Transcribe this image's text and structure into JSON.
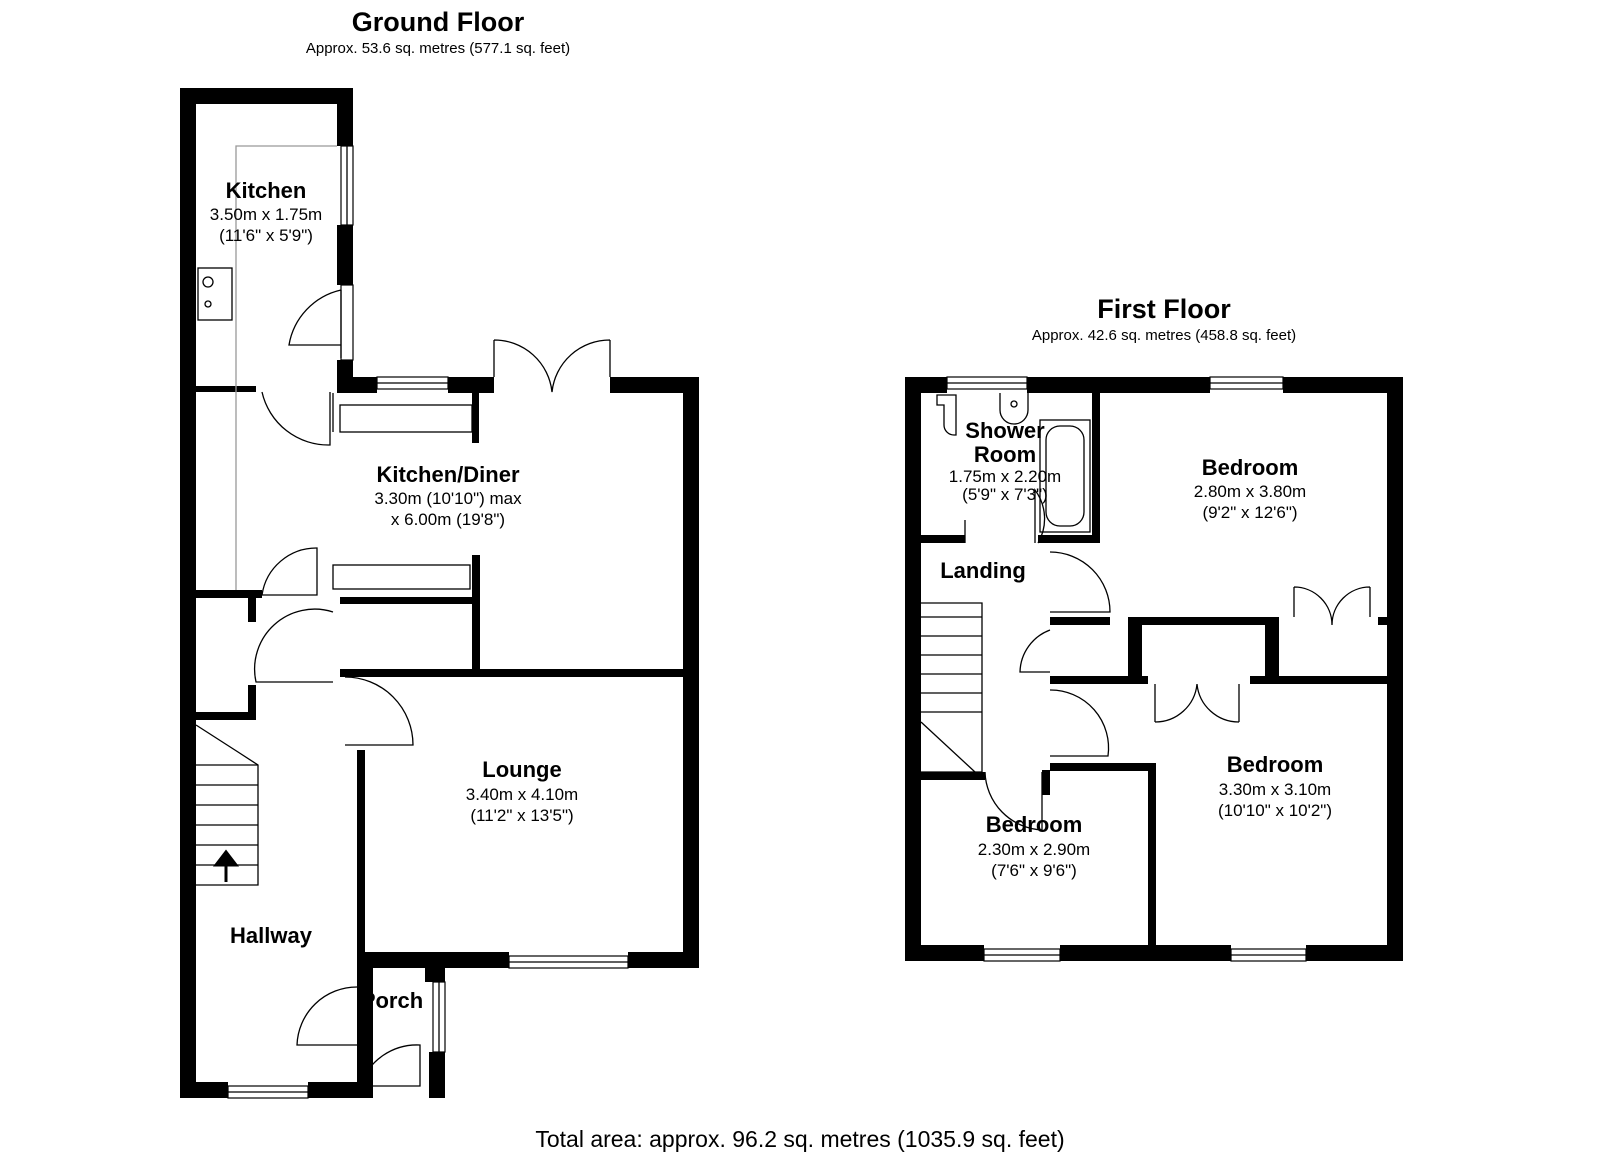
{
  "plan": {
    "ground_floor": {
      "title": "Ground Floor",
      "area": "Approx. 53.6 sq. metres (577.1 sq. feet)",
      "rooms": [
        {
          "name": "Kitchen",
          "dim1": "3.50m x 1.75m",
          "dim2": "(11'6\" x 5'9\")"
        },
        {
          "name": "Kitchen/Diner",
          "dim1": "3.30m (10'10\") max",
          "dim2": "x 6.00m (19'8\")"
        },
        {
          "name": "Lounge",
          "dim1": "3.40m x 4.10m",
          "dim2": "(11'2\" x 13'5\")"
        },
        {
          "name": "Hallway"
        },
        {
          "name": "Porch"
        }
      ]
    },
    "first_floor": {
      "title": "First Floor",
      "area": "Approx. 42.6 sq. metres (458.8 sq. feet)",
      "rooms": [
        {
          "name1": "Shower",
          "name2": "Room",
          "dim1": "1.75m x 2.20m",
          "dim2": "(5'9\" x 7'3\")"
        },
        {
          "name": "Bedroom",
          "dim1": "2.80m x 3.80m",
          "dim2": "(9'2\" x 12'6\")"
        },
        {
          "name": "Landing"
        },
        {
          "name": "Bedroom",
          "dim1": "3.30m x 3.10m",
          "dim2": "(10'10\" x 10'2\")"
        },
        {
          "name": "Bedroom",
          "dim1": "2.30m x 2.90m",
          "dim2": "(7'6\" x 9'6\")"
        }
      ]
    },
    "total_area": "Total area: approx. 96.2 sq. metres (1035.9 sq. feet)"
  }
}
